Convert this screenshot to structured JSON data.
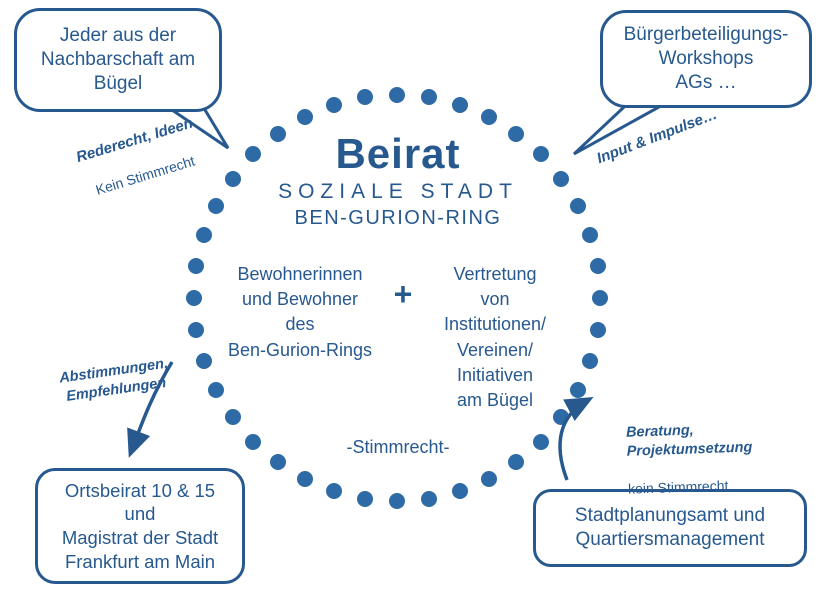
{
  "colors": {
    "primary": "#27598f",
    "dot": "#2e6ba6"
  },
  "circle": {
    "dot_count": 40
  },
  "center": {
    "title": "Beirat",
    "subtitle1": "SOZIALE STADT",
    "subtitle2": "BEN-GURION-RING",
    "left_group": "Bewohnerinnen\nund Bewohner\ndes\nBen-Gurion-Rings",
    "plus": "+",
    "right_group": "Vertretung\nvon\nInstitutionen/\nVereinen/\nInitiativen\nam Bügel",
    "voting": "-Stimmrecht-"
  },
  "bubbles": {
    "top_left": "Jeder aus der\nNachbarschaft am\nBügel",
    "top_right": "Bürgerbeteiligungs-\nWorkshops\nAGs …",
    "bottom_left": "Ortsbeirat 10 & 15\nund\nMagistrat der Stadt\nFrankfurt am Main",
    "bottom_right": "Stadtplanungsamt und\nQuartiersmanagement"
  },
  "labels": {
    "top_left_bold": "Rederecht, Ideen",
    "top_left_normal": "Kein Stimmrecht",
    "top_right": "Input & Impulse…",
    "bottom_left": "Abstimmungen,\nEmpfehlungen",
    "bottom_right_bold": "Beratung,\nProjektumsetzung",
    "bottom_right_normal": "kein Stimmrecht"
  }
}
